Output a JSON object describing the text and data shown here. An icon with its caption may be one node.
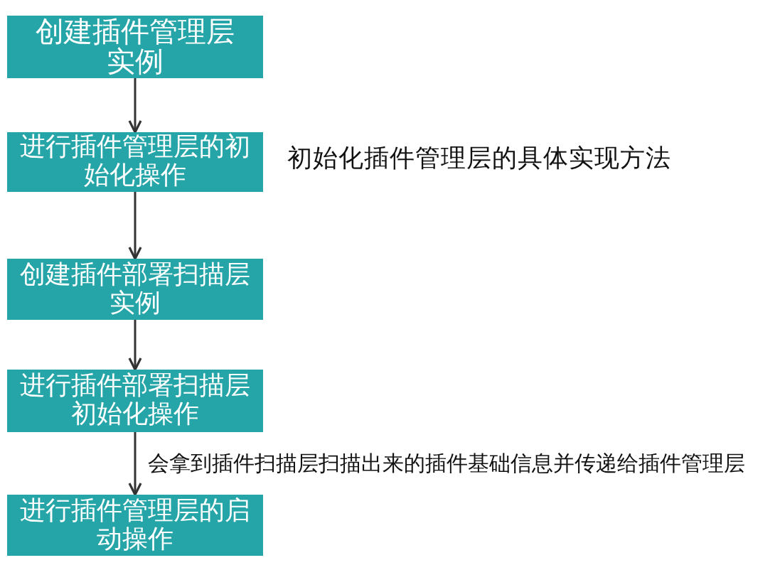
{
  "diagram": {
    "nodes": [
      {
        "text": [
          "创建插件管理层实例"
        ]
      },
      {
        "text": [
          "进行插件管理层的初始化操作"
        ],
        "beside": [
          "初始化插件管理层的具体实现方法"
        ]
      },
      {
        "text": [
          "创建插件部署扫描层实例"
        ]
      },
      {
        "text": [
          "进行插件部署扫描层初始化操作"
        ]
      },
      {
        "text": [
          "进行插件管理层的启动操作"
        ]
      }
    ],
    "edges": [
      {
        "from": 0,
        "to": 1,
        "arrow": "to"
      },
      {
        "from": 1,
        "to": 2,
        "arrow": "to"
      },
      {
        "from": 2,
        "to": 3,
        "arrow": "to"
      },
      {
        "from": 3,
        "to": 4,
        "arrow": "to",
        "label": "会拿到插件扫描层扫描出来的插件基础信息并传递给插件管理层"
      }
    ]
  }
}
